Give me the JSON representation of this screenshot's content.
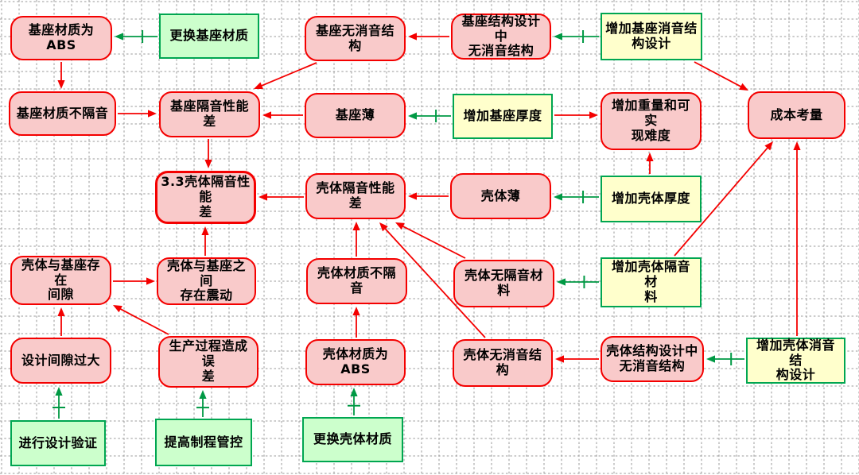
{
  "diagram": {
    "type": "cause-effect-tree",
    "colors": {
      "problem_fill": "#F9CACA",
      "problem_border": "#F40000",
      "action_fill": "#CCFFCC",
      "action_border": "#00A651",
      "injection_fill": "#FFFFCC",
      "injection_border": "#00A651",
      "cause_arrow": "#F40000",
      "action_arrow": "#009944",
      "grid_line": "#9A9A9A",
      "text": "#000000"
    },
    "nodes": [
      {
        "id": "jizuo-abs",
        "label": "基座材质为ABS",
        "kind": "problem"
      },
      {
        "id": "genghuan-jizuo-caizhi",
        "label": "更换基座材质",
        "kind": "action"
      },
      {
        "id": "jizuo-wu-xiaoyin",
        "label": "基座无消音结构",
        "kind": "problem"
      },
      {
        "id": "jizuo-jiegou-sheji",
        "label": "基座结构设计中\n无消音结构",
        "kind": "problem"
      },
      {
        "id": "zengjia-jizuo-xiaoyin",
        "label": "增加基座消音结\n构设计",
        "kind": "injection"
      },
      {
        "id": "jizuo-bu-geyin",
        "label": "基座材质不隔音",
        "kind": "problem"
      },
      {
        "id": "jizuo-geyin-cha",
        "label": "基座隔音性能差",
        "kind": "problem"
      },
      {
        "id": "jizuo-bao",
        "label": "基座薄",
        "kind": "problem"
      },
      {
        "id": "zengjia-jizuo-houdu",
        "label": "增加基座厚度",
        "kind": "injection"
      },
      {
        "id": "zengjia-zhongliang",
        "label": "增加重量和可实\n现难度",
        "kind": "problem"
      },
      {
        "id": "chengben-kaoliang",
        "label": "成本考量",
        "kind": "problem"
      },
      {
        "id": "root-keti-geyin-cha",
        "label": "3.3壳体隔音性能\n差",
        "kind": "root"
      },
      {
        "id": "keti-geyin-cha",
        "label": "壳体隔音性能差",
        "kind": "problem"
      },
      {
        "id": "keti-bao",
        "label": "壳体薄",
        "kind": "problem"
      },
      {
        "id": "zengjia-keti-houdu",
        "label": "增加壳体厚度",
        "kind": "injection"
      },
      {
        "id": "jianxi",
        "label": "壳体与基座存在\n间隙",
        "kind": "problem"
      },
      {
        "id": "zhendong",
        "label": "壳体与基座之间\n存在震动",
        "kind": "problem"
      },
      {
        "id": "keti-bu-geyin",
        "label": "壳体材质不隔音",
        "kind": "problem"
      },
      {
        "id": "keti-wu-geyin-cailiao",
        "label": "壳体无隔音材料",
        "kind": "problem"
      },
      {
        "id": "zengjia-keti-geyin",
        "label": "增加壳体隔音材\n料",
        "kind": "injection"
      },
      {
        "id": "sheji-jianxi-guoda",
        "label": "设计间隙过大",
        "kind": "problem"
      },
      {
        "id": "shengchan-wucha",
        "label": "生产过程造成误\n差",
        "kind": "problem"
      },
      {
        "id": "keti-abs",
        "label": "壳体材质为ABS",
        "kind": "problem"
      },
      {
        "id": "keti-wu-xiaoyin",
        "label": "壳体无消音结构",
        "kind": "problem"
      },
      {
        "id": "keti-jiegou-sheji",
        "label": "壳体结构设计中\n无消音结构",
        "kind": "problem"
      },
      {
        "id": "zengjia-keti-xiaoyin",
        "label": "增加壳体消音结\n构设计",
        "kind": "injection"
      },
      {
        "id": "jinxing-sheji-yanzheng",
        "label": "进行设计验证",
        "kind": "action"
      },
      {
        "id": "tigao-zhicheng-guankong",
        "label": "提高制程管控",
        "kind": "action"
      },
      {
        "id": "genghuan-keti-caizhi",
        "label": "更换壳体材质",
        "kind": "action"
      }
    ],
    "edges": [
      {
        "from": "jizuo-abs",
        "to": "jizuo-bu-geyin",
        "type": "cause"
      },
      {
        "from": "jizuo-bu-geyin",
        "to": "jizuo-geyin-cha",
        "type": "cause"
      },
      {
        "from": "jizuo-wu-xiaoyin",
        "to": "jizuo-geyin-cha",
        "type": "cause"
      },
      {
        "from": "jizuo-jiegou-sheji",
        "to": "jizuo-wu-xiaoyin",
        "type": "cause"
      },
      {
        "from": "jizuo-bao",
        "to": "jizuo-geyin-cha",
        "type": "cause"
      },
      {
        "from": "jizuo-geyin-cha",
        "to": "root-keti-geyin-cha",
        "type": "cause"
      },
      {
        "from": "keti-geyin-cha",
        "to": "root-keti-geyin-cha",
        "type": "cause"
      },
      {
        "from": "keti-bao",
        "to": "keti-geyin-cha",
        "type": "cause"
      },
      {
        "from": "keti-bu-geyin",
        "to": "keti-geyin-cha",
        "type": "cause"
      },
      {
        "from": "keti-wu-geyin-cailiao",
        "to": "keti-geyin-cha",
        "type": "cause"
      },
      {
        "from": "keti-wu-xiaoyin",
        "to": "keti-geyin-cha",
        "type": "cause"
      },
      {
        "from": "keti-abs",
        "to": "keti-bu-geyin",
        "type": "cause"
      },
      {
        "from": "keti-jiegou-sheji",
        "to": "keti-wu-xiaoyin",
        "type": "cause"
      },
      {
        "from": "zhendong",
        "to": "root-keti-geyin-cha",
        "type": "cause"
      },
      {
        "from": "jianxi",
        "to": "zhendong",
        "type": "cause"
      },
      {
        "from": "sheji-jianxi-guoda",
        "to": "jianxi",
        "type": "cause"
      },
      {
        "from": "shengchan-wucha",
        "to": "jianxi",
        "type": "cause"
      },
      {
        "from": "zengjia-jizuo-houdu",
        "to": "zengjia-zhongliang",
        "type": "cause"
      },
      {
        "from": "zengjia-keti-houdu",
        "to": "zengjia-zhongliang",
        "type": "cause"
      },
      {
        "from": "zengjia-jizuo-xiaoyin",
        "to": "chengben-kaoliang",
        "type": "cause"
      },
      {
        "from": "zengjia-keti-geyin",
        "to": "chengben-kaoliang",
        "type": "cause"
      },
      {
        "from": "zengjia-keti-xiaoyin",
        "to": "chengben-kaoliang",
        "type": "cause"
      },
      {
        "from": "genghuan-jizuo-caizhi",
        "to": "jizuo-abs",
        "type": "action"
      },
      {
        "from": "zengjia-jizuo-xiaoyin",
        "to": "jizuo-jiegou-sheji",
        "type": "action"
      },
      {
        "from": "zengjia-jizuo-houdu",
        "to": "jizuo-bao",
        "type": "action"
      },
      {
        "from": "zengjia-keti-houdu",
        "to": "keti-bao",
        "type": "action"
      },
      {
        "from": "zengjia-keti-geyin",
        "to": "keti-wu-geyin-cailiao",
        "type": "action"
      },
      {
        "from": "zengjia-keti-xiaoyin",
        "to": "keti-jiegou-sheji",
        "type": "action"
      },
      {
        "from": "genghuan-keti-caizhi",
        "to": "keti-abs",
        "type": "action"
      },
      {
        "from": "jinxing-sheji-yanzheng",
        "to": "sheji-jianxi-guoda",
        "type": "action"
      },
      {
        "from": "tigao-zhicheng-guankong",
        "to": "shengchan-wucha",
        "type": "action"
      }
    ]
  }
}
